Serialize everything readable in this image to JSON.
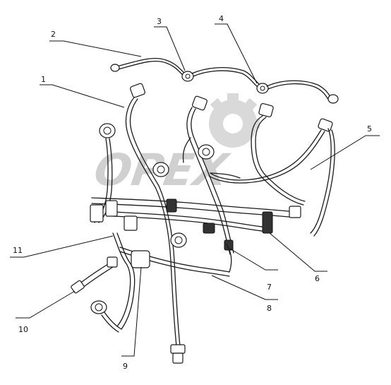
{
  "callouts": [
    {
      "id": "1",
      "label": "1"
    },
    {
      "id": "2",
      "label": "2"
    },
    {
      "id": "3",
      "label": "3"
    },
    {
      "id": "4",
      "label": "4"
    },
    {
      "id": "5",
      "label": "5"
    },
    {
      "id": "6",
      "label": "6"
    },
    {
      "id": "7",
      "label": "7"
    },
    {
      "id": "8",
      "label": "8"
    },
    {
      "id": "9",
      "label": "9"
    },
    {
      "id": "10",
      "label": "10"
    },
    {
      "id": "11",
      "label": "11"
    }
  ],
  "watermark": {
    "text": "OPEX",
    "color": "#d0d0d0"
  },
  "colors": {
    "line": "#1a1a1a",
    "background": "#ffffff"
  }
}
